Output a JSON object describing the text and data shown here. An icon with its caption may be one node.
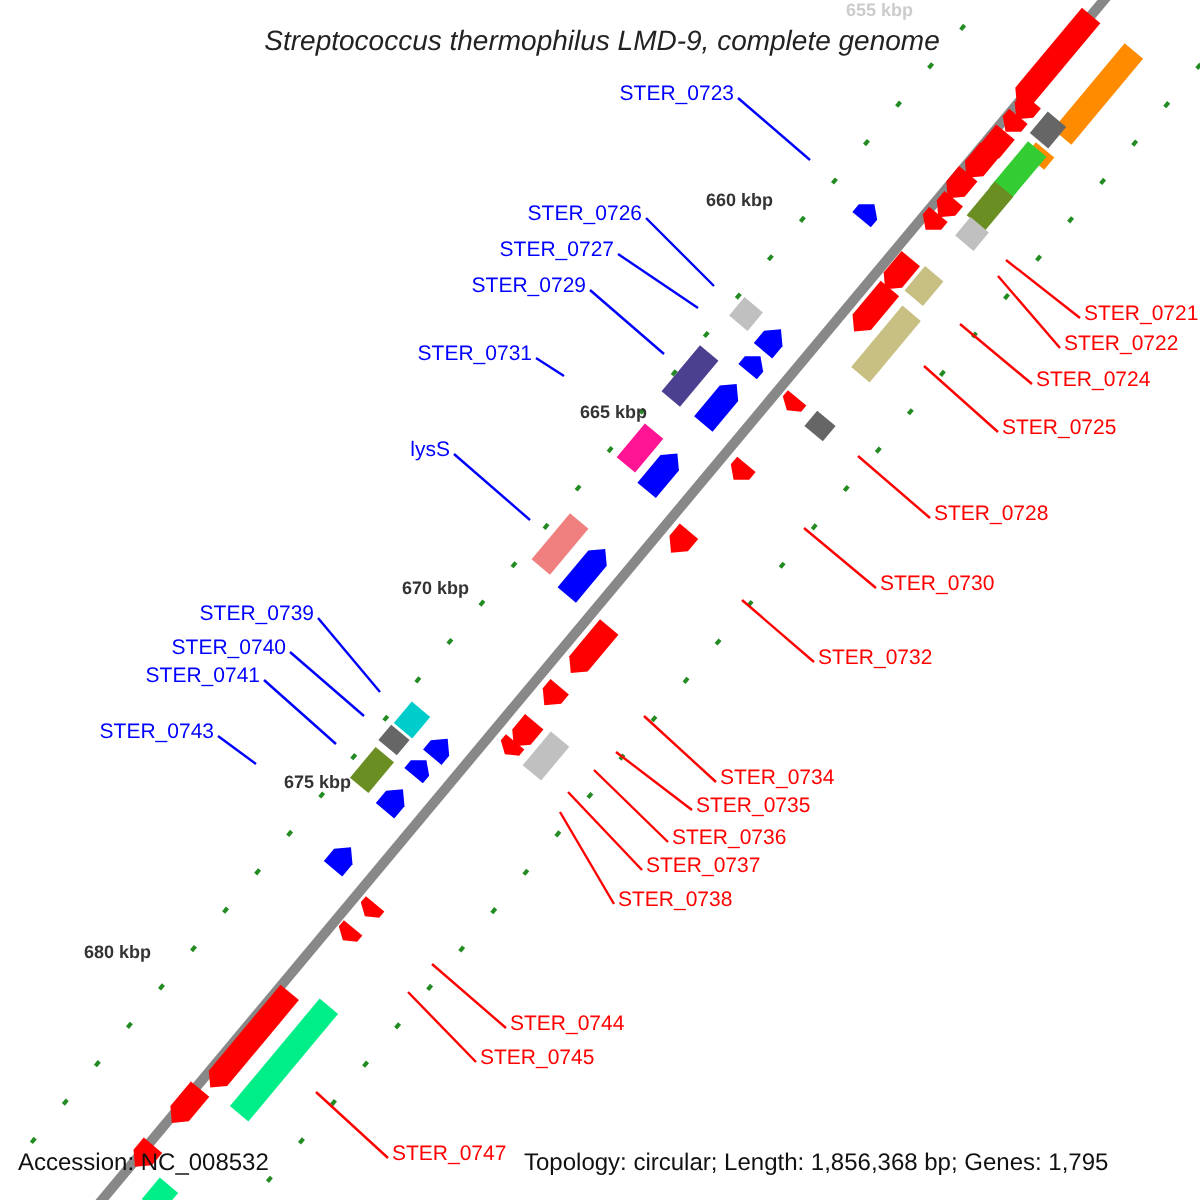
{
  "diagram": {
    "title": "Streptococcus thermophilus LMD-9, complete genome",
    "nodes": [
      {
        "text": [
          "STER_0723"
        ]
      },
      {
        "text": [
          "STER_0726"
        ]
      },
      {
        "text": [
          "STER_0727"
        ]
      },
      {
        "text": [
          "STER_0729"
        ]
      },
      {
        "text": [
          "STER_0731"
        ]
      },
      {
        "text": [
          "lysS"
        ]
      },
      {
        "text": [
          "STER_0739"
        ]
      },
      {
        "text": [
          "STER_0740"
        ]
      },
      {
        "text": [
          "STER_0741"
        ]
      },
      {
        "text": [
          "STER_0743"
        ]
      },
      {
        "text": [
          "STER_0721"
        ]
      },
      {
        "text": [
          "STER_0722"
        ]
      },
      {
        "text": [
          "STER_0724"
        ]
      },
      {
        "text": [
          "STER_0725"
        ]
      },
      {
        "text": [
          "STER_0728"
        ]
      },
      {
        "text": [
          "STER_0730"
        ]
      },
      {
        "text": [
          "STER_0732"
        ]
      },
      {
        "text": [
          "STER_0734"
        ]
      },
      {
        "text": [
          "STER_0735"
        ]
      },
      {
        "text": [
          "STER_0736"
        ]
      },
      {
        "text": [
          "STER_0737"
        ]
      },
      {
        "text": [
          "STER_0738"
        ]
      },
      {
        "text": [
          "STER_0744"
        ]
      },
      {
        "text": [
          "STER_0745"
        ]
      },
      {
        "text": [
          "STER_0747"
        ]
      }
    ],
    "edges": [
      {
        "from": 0,
        "to": null,
        "arrow": "none",
        "color": "#0000ff"
      },
      {
        "from": 1,
        "to": null,
        "arrow": "none",
        "color": "#0000ff"
      },
      {
        "from": 2,
        "to": null,
        "arrow": "none",
        "color": "#0000ff"
      },
      {
        "from": 3,
        "to": null,
        "arrow": "none",
        "color": "#0000ff"
      },
      {
        "from": 4,
        "to": null,
        "arrow": "none",
        "color": "#0000ff"
      },
      {
        "from": 5,
        "to": null,
        "arrow": "none",
        "color": "#0000ff"
      },
      {
        "from": 6,
        "to": null,
        "arrow": "none",
        "color": "#0000ff"
      },
      {
        "from": 7,
        "to": null,
        "arrow": "none",
        "color": "#0000ff"
      },
      {
        "from": 8,
        "to": null,
        "arrow": "none",
        "color": "#0000ff"
      },
      {
        "from": 9,
        "to": null,
        "arrow": "none",
        "color": "#0000ff"
      },
      {
        "from": 10,
        "to": null,
        "arrow": "none"
      },
      {
        "from": 11,
        "to": null,
        "arrow": "none"
      },
      {
        "from": 12,
        "to": null,
        "arrow": "none"
      },
      {
        "from": 13,
        "to": null,
        "arrow": "none"
      },
      {
        "from": 14,
        "to": null,
        "arrow": "none"
      },
      {
        "from": 15,
        "to": null,
        "arrow": "none"
      },
      {
        "from": 16,
        "to": null,
        "arrow": "none"
      },
      {
        "from": 17,
        "to": null,
        "arrow": "none"
      },
      {
        "from": 18,
        "to": null,
        "arrow": "none"
      },
      {
        "from": 19,
        "to": null,
        "arrow": "none"
      },
      {
        "from": 20,
        "to": null,
        "arrow": "none"
      },
      {
        "from": 21,
        "to": null,
        "arrow": "none"
      },
      {
        "from": 22,
        "to": null,
        "arrow": "none"
      },
      {
        "from": 23,
        "to": null,
        "arrow": "none"
      },
      {
        "from": 24,
        "to": null,
        "arrow": "none"
      }
    ],
    "labels": [
      "655 kbp",
      "660 kbp",
      "665 kbp",
      "670 kbp",
      "675 kbp",
      "680 kbp",
      "Accession: NC_008532",
      "Topology: circular; Length: 1,856,368 bp; Genes: 1,795"
    ]
  }
}
